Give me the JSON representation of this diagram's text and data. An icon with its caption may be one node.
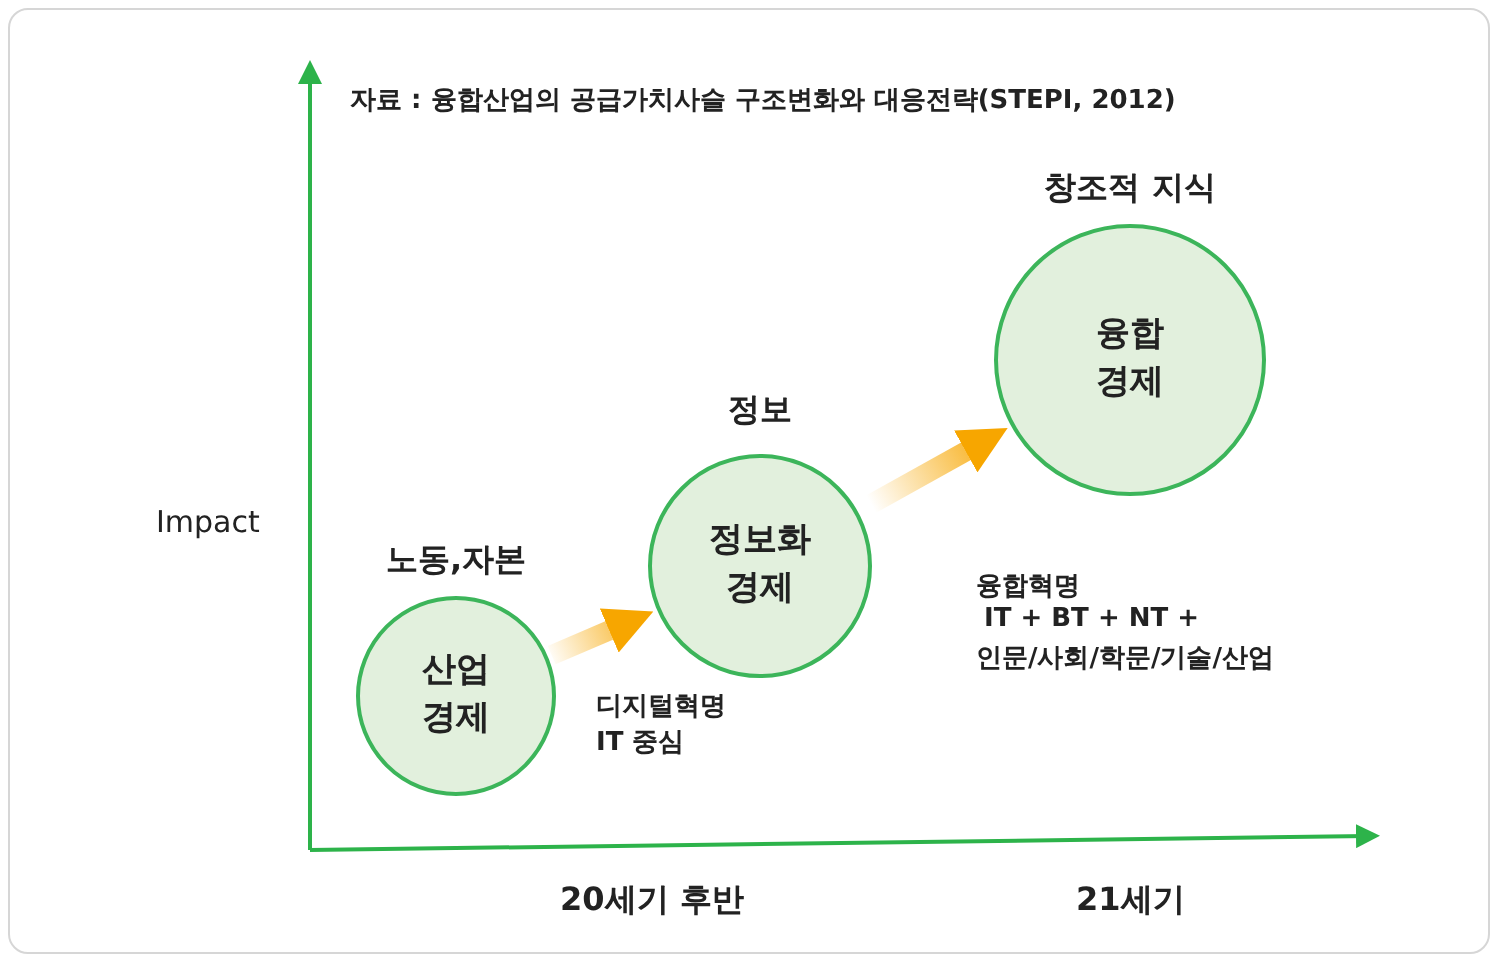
{
  "diagram": {
    "nodes": [
      {
        "text": [
          "노동,자본",
          "산업 경제"
        ]
      },
      {
        "text": [
          "정보",
          "정보화 경제"
        ]
      },
      {
        "text": [
          "창조적 지식",
          "융합 경제"
        ]
      }
    ],
    "edges": [
      {
        "from": 0,
        "to": 1,
        "arrow": "to"
      },
      {
        "from": 1,
        "to": 2,
        "arrow": "to"
      }
    ],
    "labels": [
      "자료 : 융합산업의 공급가치사슬 구조변화와 대응전략(STEPI, 2012)",
      "Impact",
      "디지털혁명",
      "IT 중심",
      "융합혁명",
      "IT + BT + NT +",
      "인문/사회/학문/기술/산업",
      "20세기 후반",
      "21세기"
    ]
  }
}
